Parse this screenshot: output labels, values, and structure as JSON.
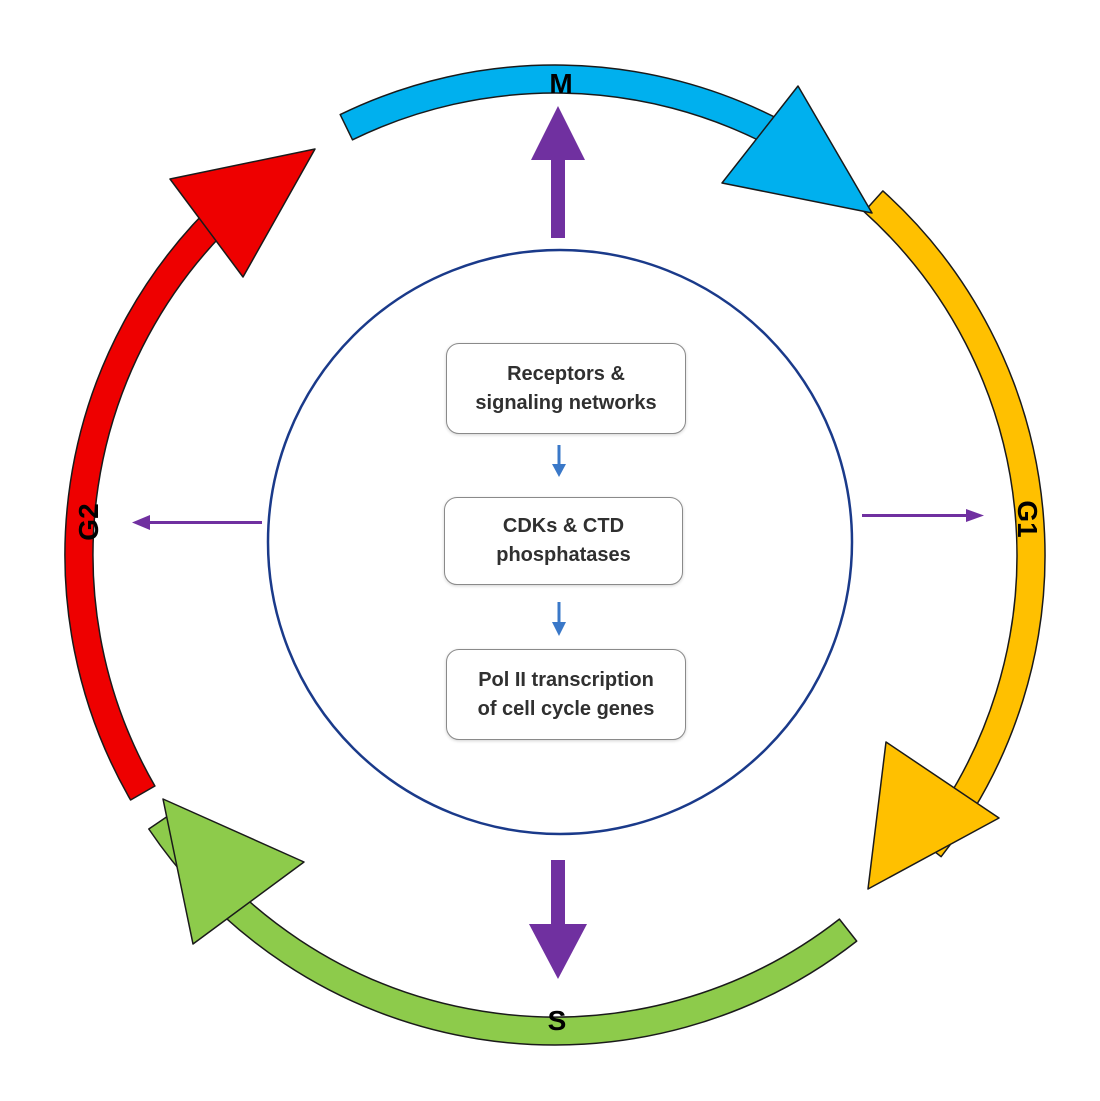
{
  "phases": [
    {
      "id": "M",
      "label": "M",
      "color": "#00B0EE"
    },
    {
      "id": "G1",
      "label": "G1",
      "color": "#FFC000"
    },
    {
      "id": "S",
      "label": "S",
      "color": "#8DCB4B"
    },
    {
      "id": "G2",
      "label": "G2",
      "color": "#EE0000"
    }
  ],
  "center": {
    "boxes": [
      {
        "lines": [
          "Receptors &",
          "signaling networks"
        ]
      },
      {
        "lines": [
          "CDKs & CTD",
          "phosphatases"
        ]
      },
      {
        "lines": [
          "Pol II transcription",
          "of cell cycle genes"
        ]
      }
    ]
  },
  "colors": {
    "circle_stroke": "#1A3A8A",
    "influence_arrow": "#7030A0",
    "flow_arrow": "#3A78C8",
    "outline": "#1A1A1A"
  }
}
